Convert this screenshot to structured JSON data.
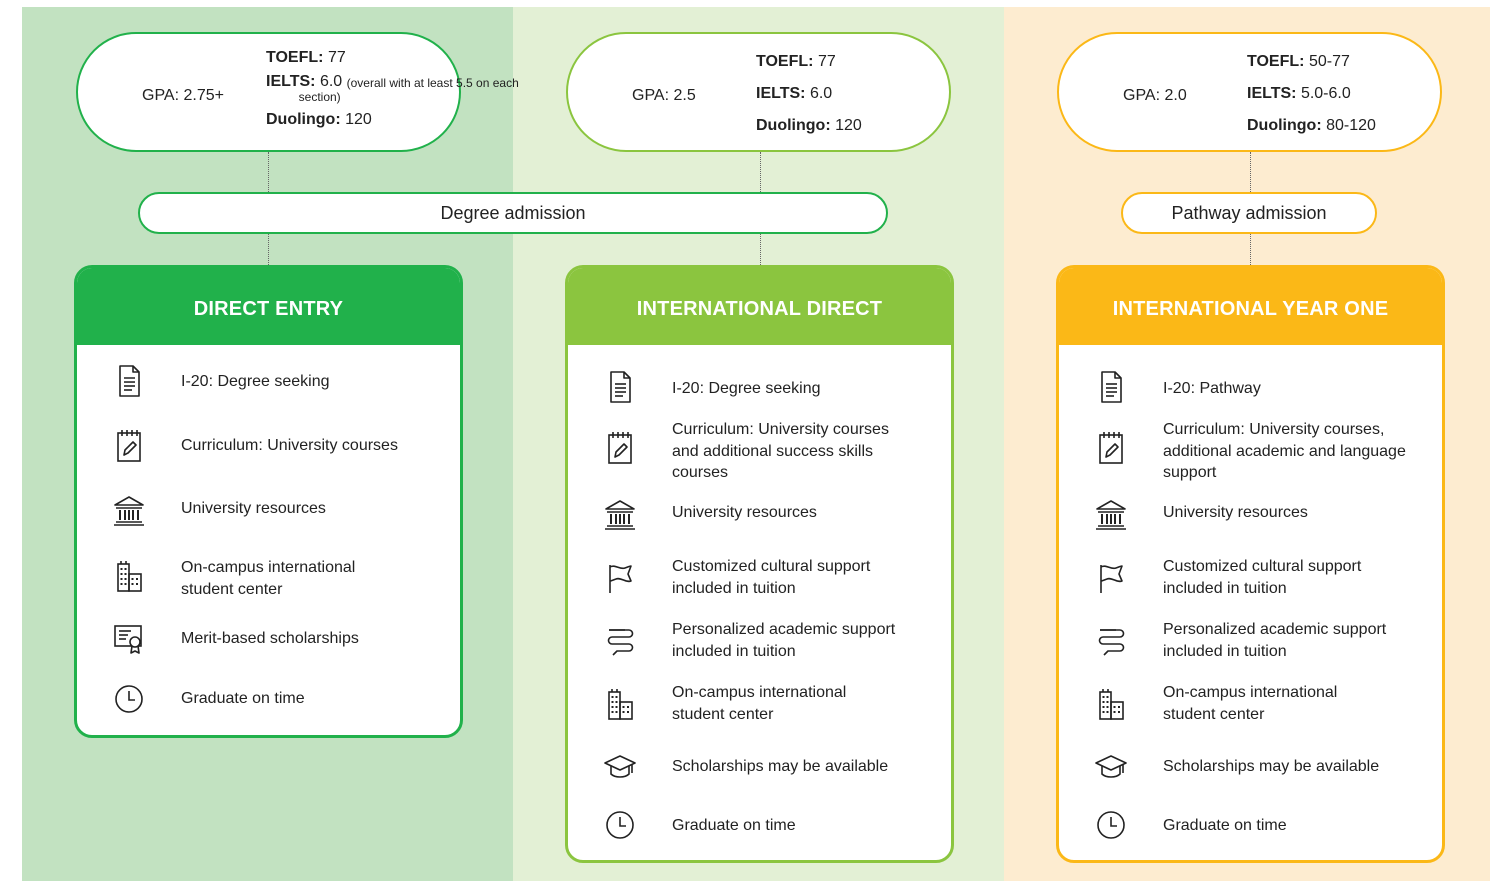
{
  "columns": [
    {
      "requirements": {
        "gpa_label": "GPA:",
        "gpa_value": "2.75+",
        "toefl_label": "TOEFL:",
        "toefl_value": "77",
        "ielts_label": "IELTS:",
        "ielts_value": "6.0",
        "ielts_note": "(overall with at least 5.5 on each section)",
        "duolingo_label": "Duolingo:",
        "duolingo_value": "120"
      },
      "card_title": "DIRECT ENTRY",
      "color": "#21b14b",
      "items": [
        {
          "icon": "document-icon",
          "label": "I-20: Degree seeking"
        },
        {
          "icon": "notepad-pencil-icon",
          "label": "Curriculum: University courses"
        },
        {
          "icon": "university-building-icon",
          "label": "University resources"
        },
        {
          "icon": "city-buildings-icon",
          "label": "On-campus international student center"
        },
        {
          "icon": "certificate-icon",
          "label": "Merit-based scholarships"
        },
        {
          "icon": "clock-icon",
          "label": "Graduate on time"
        }
      ]
    },
    {
      "requirements": {
        "gpa_label": "GPA:",
        "gpa_value": "2.5",
        "toefl_label": "TOEFL:",
        "toefl_value": "77",
        "ielts_label": "IELTS:",
        "ielts_value": "6.0",
        "duolingo_label": "Duolingo:",
        "duolingo_value": "120"
      },
      "card_title": "INTERNATIONAL DIRECT",
      "color": "#8bc53f",
      "items": [
        {
          "icon": "document-icon",
          "label": "I-20: Degree seeking"
        },
        {
          "icon": "notepad-pencil-icon",
          "label": "Curriculum: University courses and additional success skills courses"
        },
        {
          "icon": "university-building-icon",
          "label": "University resources"
        },
        {
          "icon": "flag-icon",
          "label": "Customized cultural support included in tuition"
        },
        {
          "icon": "winding-path-icon",
          "label": "Personalized academic support included in tuition"
        },
        {
          "icon": "city-buildings-icon",
          "label": "On-campus international student center"
        },
        {
          "icon": "graduation-cap-icon",
          "label": "Scholarships may be available"
        },
        {
          "icon": "clock-icon",
          "label": "Graduate on time"
        }
      ]
    },
    {
      "requirements": {
        "gpa_label": "GPA:",
        "gpa_value": "2.0",
        "toefl_label": "TOEFL:",
        "toefl_value": "50-77",
        "ielts_label": "IELTS:",
        "ielts_value": "5.0-6.0",
        "duolingo_label": "Duolingo:",
        "duolingo_value": "80-120"
      },
      "card_title": "INTERNATIONAL YEAR ONE",
      "color": "#fbb817",
      "items": [
        {
          "icon": "document-icon",
          "label": "I-20: Pathway"
        },
        {
          "icon": "notepad-pencil-icon",
          "label": "Curriculum: University courses, additional academic and language support"
        },
        {
          "icon": "university-building-icon",
          "label": "University resources"
        },
        {
          "icon": "flag-icon",
          "label": "Customized cultural support included in tuition"
        },
        {
          "icon": "winding-path-icon",
          "label": "Personalized academic support included in tuition"
        },
        {
          "icon": "city-buildings-icon",
          "label": "On-campus international student center"
        },
        {
          "icon": "graduation-cap-icon",
          "label": "Scholarships may be available"
        },
        {
          "icon": "clock-icon",
          "label": "Graduate on time"
        }
      ]
    }
  ],
  "admissions": {
    "degree": "Degree admission",
    "pathway": "Pathway admission"
  }
}
